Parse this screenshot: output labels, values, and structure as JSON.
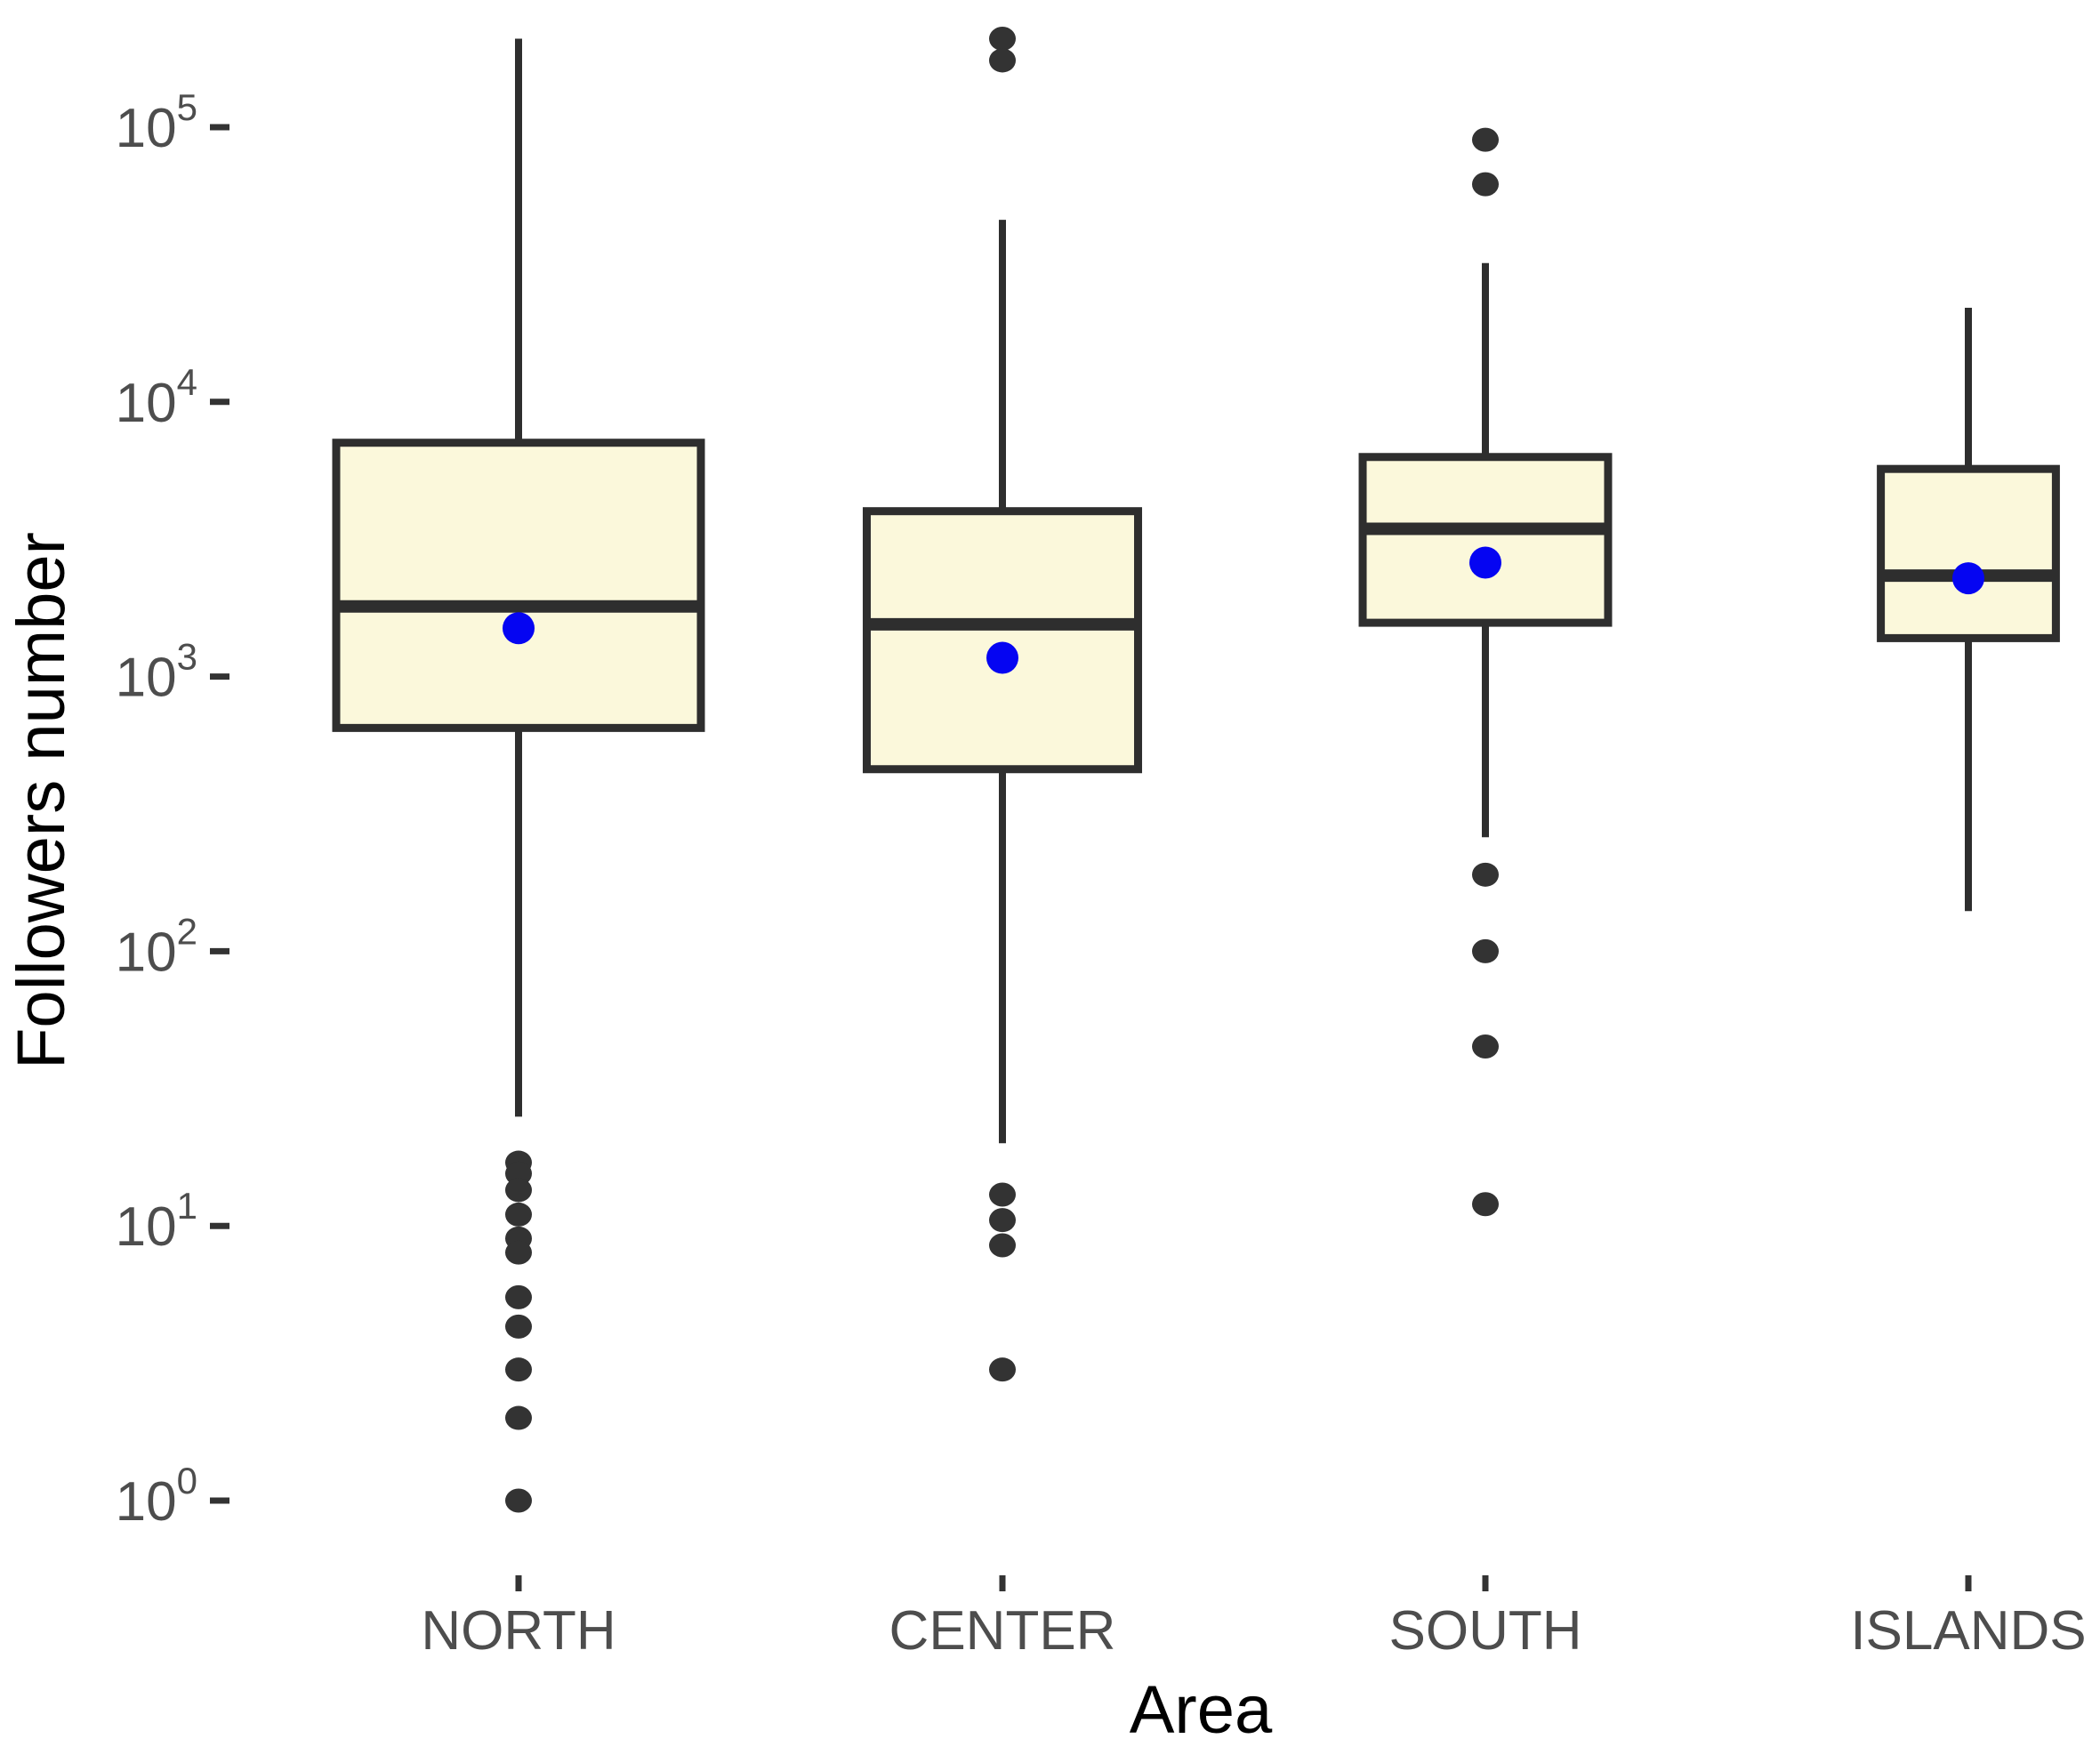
{
  "chart_data": {
    "type": "boxplot",
    "title": "",
    "xlabel": "Area",
    "ylabel": "Followers number",
    "y_scale": "log10",
    "y_tick_exponents": [
      0,
      1,
      2,
      3,
      4,
      5
    ],
    "y_tick_labels": [
      "10^0",
      "10^1",
      "10^2",
      "10^3",
      "10^4",
      "10^5"
    ],
    "ylim": [
      0.7,
      250000
    ],
    "grid": "off",
    "legend": "none",
    "categories": [
      "NORTH",
      "CENTER",
      "SOUTH",
      "ISLANDS"
    ],
    "box_relative_widths": [
      1.0,
      0.744,
      0.673,
      0.48
    ],
    "series": [
      {
        "name": "NORTH",
        "whisker_high": 210000,
        "q3": 7100,
        "median": 1800,
        "mean": 1500,
        "q1": 650,
        "whisker_low": 25,
        "outliers_high": [],
        "outliers_low": [
          17,
          15.5,
          13.5,
          11,
          9,
          8,
          5.5,
          4.3,
          3,
          2,
          1
        ]
      },
      {
        "name": "CENTER",
        "whisker_high": 46000,
        "q3": 4000,
        "median": 1550,
        "mean": 1170,
        "q1": 460,
        "whisker_low": 20,
        "outliers_high": [
          210000,
          175000
        ],
        "outliers_low": [
          13,
          10.5,
          8.5,
          3
        ]
      },
      {
        "name": "SOUTH",
        "whisker_high": 32000,
        "q3": 6300,
        "median": 3450,
        "mean": 2600,
        "q1": 1570,
        "whisker_low": 260,
        "outliers_high": [
          90000,
          62000
        ],
        "outliers_low": [
          190,
          100,
          45,
          12
        ]
      },
      {
        "name": "ISLANDS",
        "whisker_high": 22000,
        "q3": 5700,
        "median": 2330,
        "mean": 2280,
        "q1": 1380,
        "whisker_low": 140,
        "outliers_high": [],
        "outliers_low": []
      }
    ],
    "colors": {
      "box_fill": "#FBF8DB",
      "box_stroke": "#2e2e2e",
      "median": "#2e2e2e",
      "whisker": "#2e2e2e",
      "outlier": "#333333",
      "mean_point": "#0505F2",
      "tick_mark": "#333333",
      "tick_text": "#4d4d4d",
      "axis_title_text": "#000000",
      "background": "#ffffff"
    }
  }
}
